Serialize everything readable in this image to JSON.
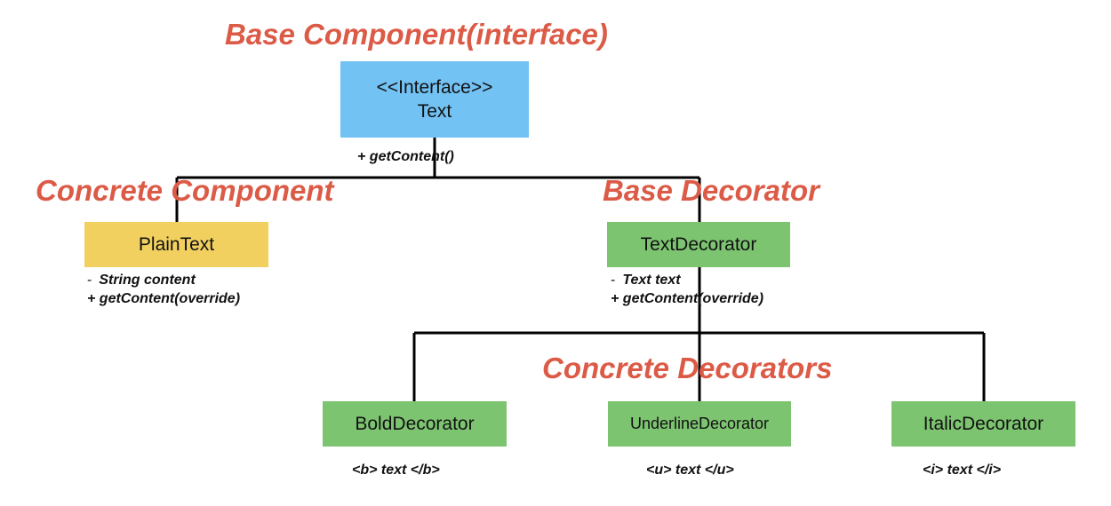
{
  "labels": {
    "base_component": "Base Component(interface)",
    "concrete_component": "Concrete Component",
    "base_decorator": "Base Decorator",
    "concrete_decorators": "Concrete Decorators"
  },
  "nodes": {
    "text_interface": {
      "stereotype": "<<Interface>>",
      "name": "Text",
      "methods": [
        "+ getContent()"
      ]
    },
    "plain_text": {
      "name": "PlainText",
      "fields": [
        "String content"
      ],
      "methods": [
        "+ getContent(override)"
      ]
    },
    "text_decorator": {
      "name": "TextDecorator",
      "fields": [
        "Text text"
      ],
      "methods": [
        "+ getContent(override)"
      ]
    },
    "bold_decorator": {
      "name": "BoldDecorator",
      "note": "<b> text </b>"
    },
    "underline_decorator": {
      "name": "UnderlineDecorator",
      "note": "<u> text </u>"
    },
    "italic_decorator": {
      "name": "ItalicDecorator",
      "note": "<i> text </i>"
    }
  },
  "field_prefix": "-",
  "colors": {
    "label": "#dc5b47",
    "interface_box": "#73c2f4",
    "component_box": "#f2d060",
    "decorator_box": "#7dc471",
    "line": "#000000"
  }
}
